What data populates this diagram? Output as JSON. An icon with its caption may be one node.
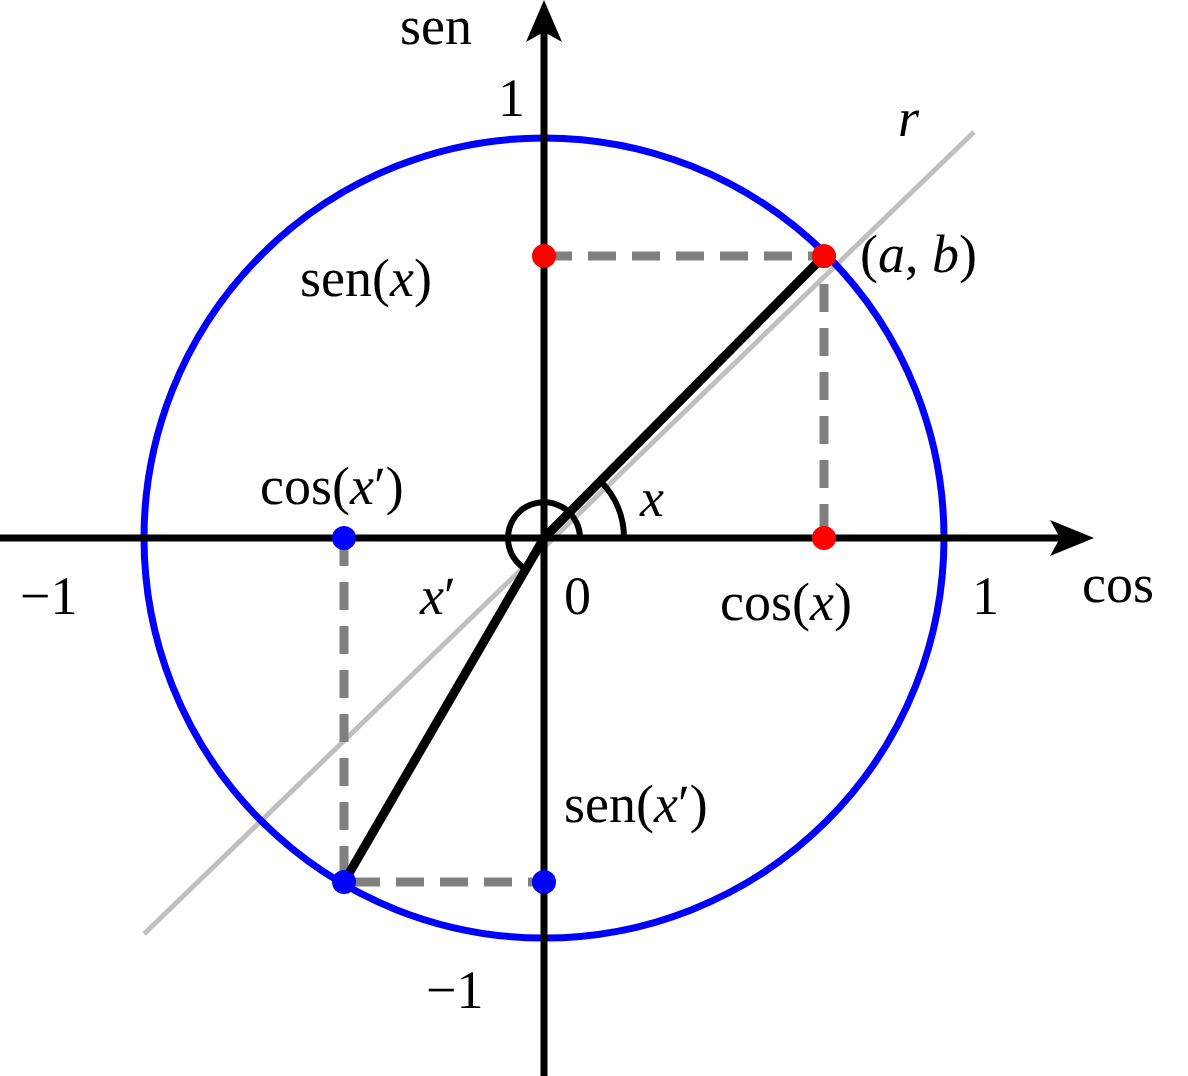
{
  "diagram": {
    "labels": [
      "sen",
      "1",
      "r",
      "sen(*x*)",
      "(*a*, *b*)",
      "cos(*x*′)",
      "x",
      "−1",
      "*x*′",
      "0",
      "cos(*x*)",
      "1",
      "cos",
      "sen(*x*′)",
      "−1"
    ]
  }
}
